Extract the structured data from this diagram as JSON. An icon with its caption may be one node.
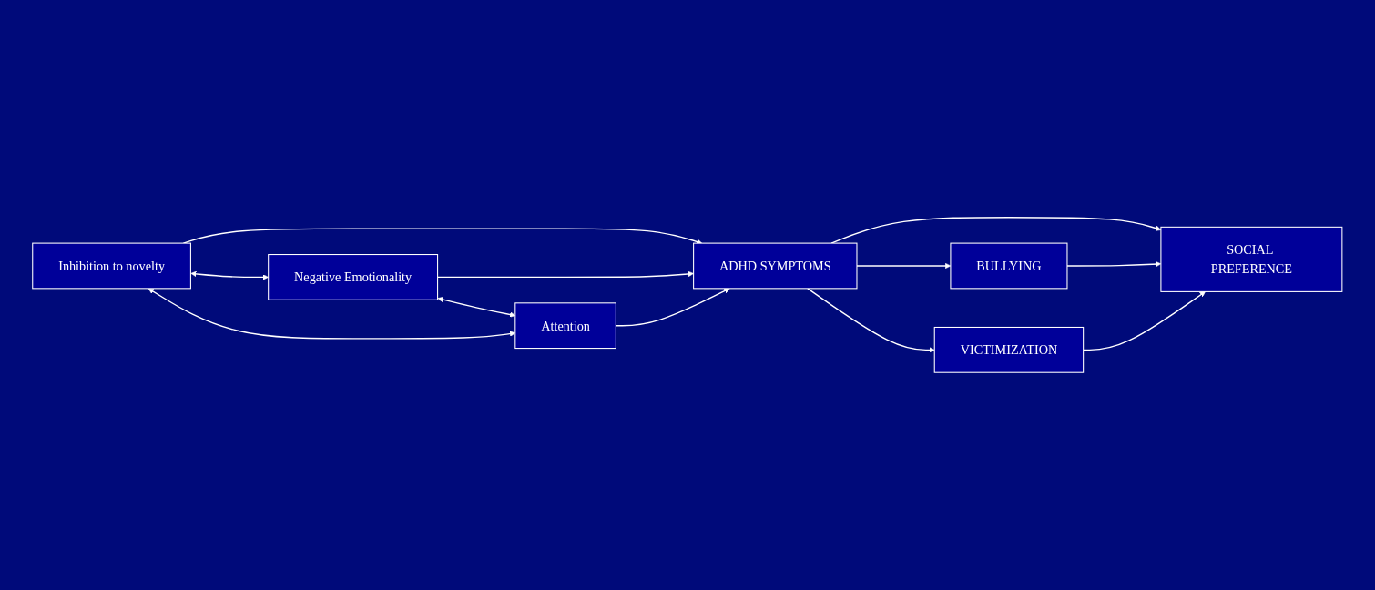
{
  "diagram": {
    "nodes": [
      {
        "text": [
          "Inhibition to novelty"
        ]
      },
      {
        "text": [
          "Negative Emotionality"
        ]
      },
      {
        "text": [
          "Attention"
        ]
      },
      {
        "text": [
          "ADHD SYMPTOMS"
        ]
      },
      {
        "text": [
          "BULLYING"
        ]
      },
      {
        "text": [
          "VICTIMIZATION"
        ]
      },
      {
        "text": [
          "SOCIAL PREFERENCE"
        ]
      }
    ],
    "edges": [
      {
        "from": 0,
        "to": 1,
        "arrow": "both"
      },
      {
        "from": 1,
        "to": 2,
        "arrow": "both"
      },
      {
        "from": 0,
        "to": 2,
        "arrow": "both"
      },
      {
        "from": 0,
        "to": 3,
        "arrow": "to"
      },
      {
        "from": 1,
        "to": 3,
        "arrow": "to"
      },
      {
        "from": 2,
        "to": 3,
        "arrow": "to"
      },
      {
        "from": 3,
        "to": 4,
        "arrow": "to"
      },
      {
        "from": 3,
        "to": 6,
        "arrow": "to"
      },
      {
        "from": 3,
        "to": 5,
        "arrow": "to"
      },
      {
        "from": 4,
        "to": 6,
        "arrow": "to"
      },
      {
        "from": 5,
        "to": 6,
        "arrow": "to"
      }
    ]
  }
}
